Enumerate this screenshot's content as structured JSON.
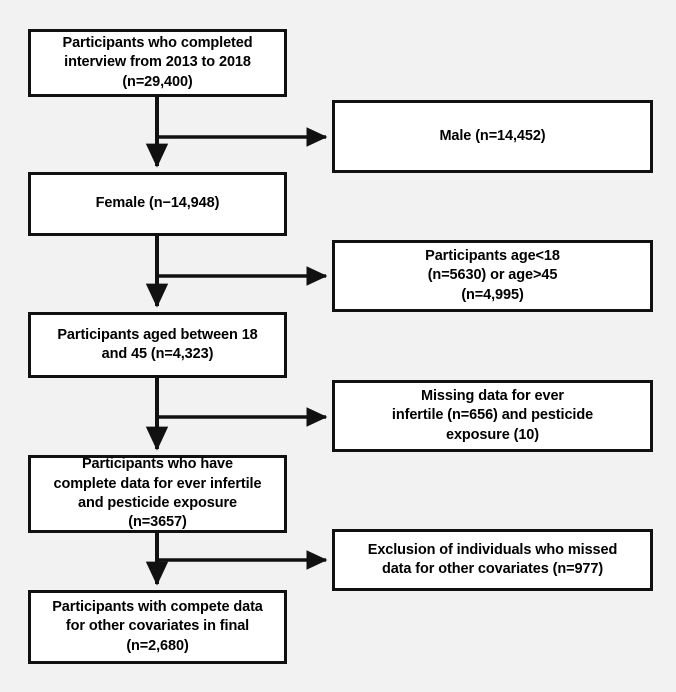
{
  "figure": {
    "type": "flowchart",
    "orientation": "top-to-bottom with right-side exclusion branches",
    "background_color": "#f2f2f2",
    "box_fill_color": "#ffffff",
    "box_border_color": "#111111",
    "text_color": "#000000"
  },
  "main_flow": [
    {
      "id": "enrolled",
      "text": "Participants who completed\ninterview from 2013 to 2018\n(n=29,400)",
      "n": 29400
    },
    {
      "id": "female",
      "text": "Female (n−14,948)",
      "n": 14948
    },
    {
      "id": "aged-18-45",
      "text": "Participants aged between 18\nand 45 (n=4,323)",
      "n": 4323
    },
    {
      "id": "complete-exposure",
      "text": "Participants who have\ncomplete data for ever infertile\nand pesticide exposure\n(n=3657)",
      "n": 3657
    },
    {
      "id": "final-sample",
      "text": "Participants with compete data\nfor other covariates  in final\n(n=2,680)",
      "n": 2680
    }
  ],
  "exclusions": [
    {
      "id": "male",
      "text": "Male (n=14,452)",
      "n": 14452
    },
    {
      "id": "age-out-of-range",
      "text": "Participants age<18\n(n=5630) or age>45\n(n=4,995)",
      "n_under_18": 5630,
      "n_over_45": 4995
    },
    {
      "id": "missing-infertility-pesticide",
      "text": "Missing data for ever\ninfertile (n=656) and pesticide\nexposure (10)",
      "n_infertile": 656,
      "n_pesticide": 10
    },
    {
      "id": "missing-covariates",
      "text": "Exclusion of individuals who missed\ndata for other covariates (n=977)",
      "n": 977
    }
  ]
}
